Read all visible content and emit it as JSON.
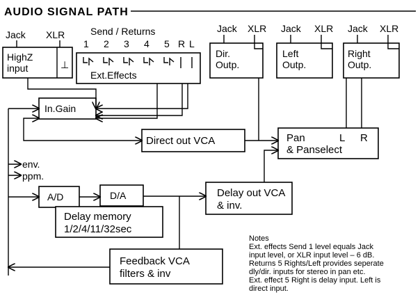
{
  "title": "AUDIO SIGNAL PATH",
  "inputs": {
    "jack": "Jack",
    "xlr": "XLR",
    "highz_line1": "HighZ",
    "highz_line2": "input"
  },
  "send_returns": {
    "header": "Send / Returns",
    "numbers": [
      "1",
      "2",
      "3",
      "4",
      "5",
      "R",
      "L"
    ],
    "box_label": "Ext.Effects"
  },
  "outputs": [
    {
      "jack": "Jack",
      "xlr": "XLR",
      "line1": "Dir.",
      "line2": "Outp."
    },
    {
      "jack": "Jack",
      "xlr": "XLR",
      "line1": "Left",
      "line2": "Outp."
    },
    {
      "jack": "Jack",
      "xlr": "XLR",
      "line1": "Right",
      "line2": "Outp."
    }
  ],
  "blocks": {
    "in_gain": "In.Gain",
    "direct_out_vca": "Direct out VCA",
    "pan_line1": "Pan",
    "pan_l": "L",
    "pan_r": "R",
    "pan_line2": "& Panselect",
    "env": "env.",
    "ppm": "ppm.",
    "ad": "A/D",
    "da": "D/A",
    "delay_memory_line1": "Delay memory",
    "delay_memory_line2": "1/2/4/11/32sec",
    "delay_out_line1": "Delay out VCA",
    "delay_out_line2": "& inv.",
    "feedback_line1": "Feedback VCA",
    "feedback_line2": "filters & inv"
  },
  "notes": {
    "heading": "Notes",
    "lines": [
      "Ext. effects Send 1 level equals Jack",
      "input level, or XLR input level – 6 dB.",
      "Returns 5 Rights/Left provides seperate",
      "dly/dir. inputs for stereo in pan etc.",
      "Ext. effect 5 Right is delay input. Left is",
      "direct input."
    ]
  }
}
